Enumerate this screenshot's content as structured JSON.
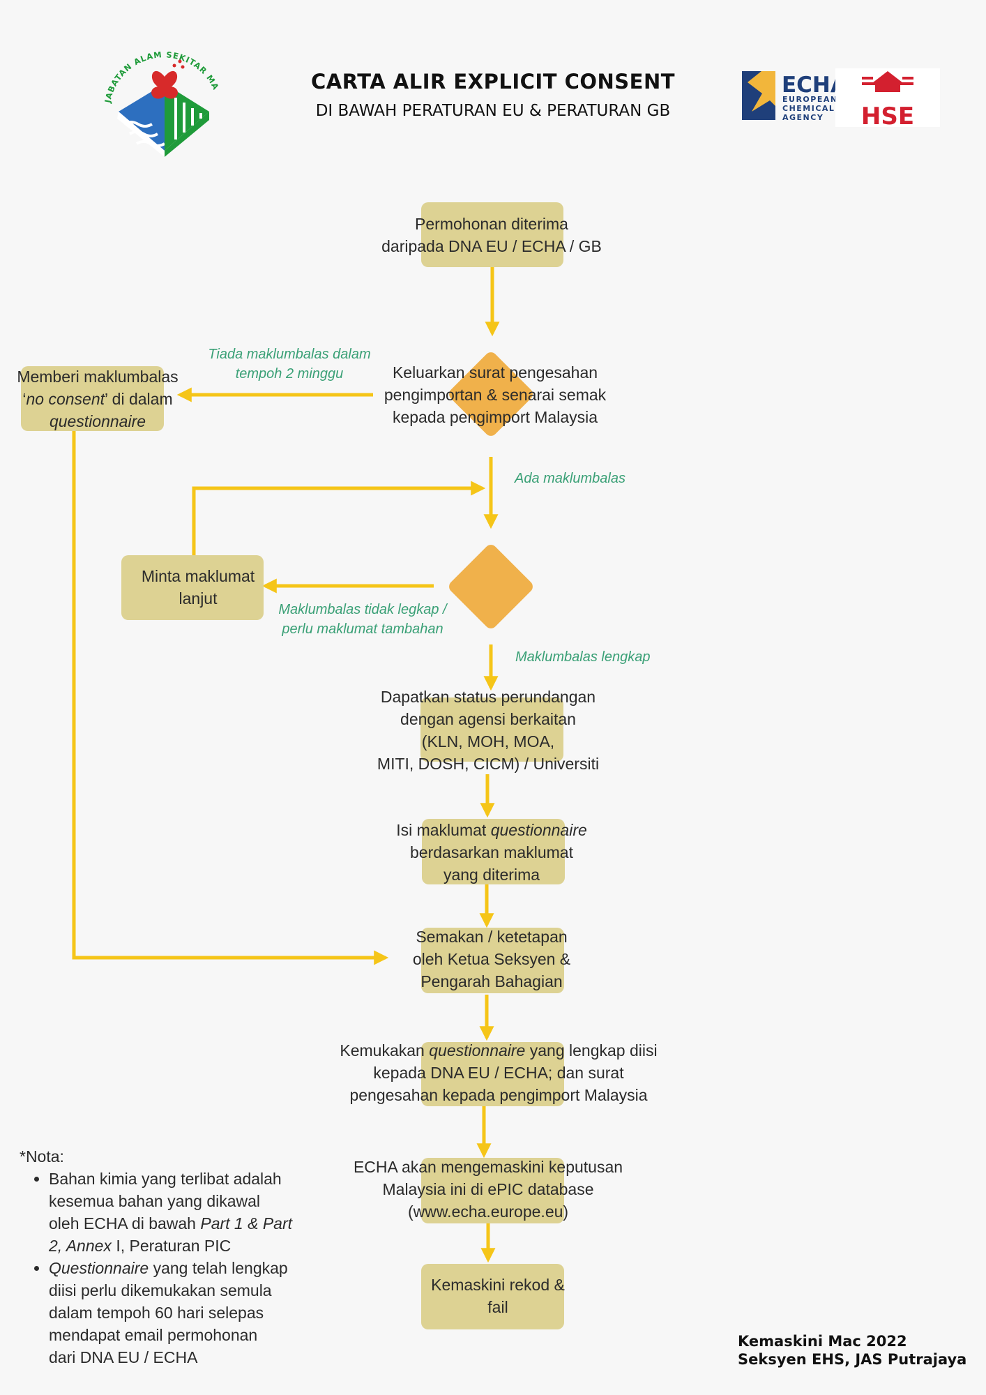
{
  "header": {
    "title": "CARTA ALIR EXPLICIT CONSENT",
    "subtitle": "DI BAWAH PERATURAN EU & PERATURAN GB"
  },
  "logos": {
    "jas_ring_text": "JABATAN ALAM SEKITAR MALAYSIA",
    "echa_short": "ECHA",
    "echa_line1": "EUROPEAN",
    "echa_line2": "CHEMICALS",
    "echa_line3": "AGENCY",
    "hse": "HSE"
  },
  "nodes": {
    "request": {
      "l1": "Permohonan diterima",
      "l2": "daripada DNA EU / ECHA / GB"
    },
    "issue": {
      "l1": "Keluarkan surat pengesahan",
      "l2": "pengimportan & senarai semak",
      "l3": "kepada pengimport Malaysia"
    },
    "no_consent": {
      "l1": "Memberi maklumbalas",
      "l2a": "‘",
      "l2b": "no consent",
      "l2c": "’ di dalam",
      "l3": "questionnaire"
    },
    "more_info": {
      "l1": "Minta maklumat",
      "l2": "lanjut"
    },
    "status": {
      "l1": "Dapatkan status perundangan",
      "l2": "dengan agensi berkaitan",
      "l3": "(KLN, MOH, MOA,",
      "l4": "MITI, DOSH, CICM) / Universiti"
    },
    "fill": {
      "l1a": "Isi maklumat ",
      "l1b": "questionnaire",
      "l2": "berdasarkan maklumat",
      "l3": "yang diterima"
    },
    "review": {
      "l1": "Semakan / ketetapan",
      "l2": "oleh Ketua Seksyen &",
      "l3": "Pengarah Bahagian"
    },
    "submit": {
      "l1a": "Kemukakan ",
      "l1b": "questionnaire",
      "l1c": " yang lengkap diisi",
      "l2": "kepada DNA EU / ECHA; dan surat",
      "l3": "pengesahan kepada pengimport Malaysia"
    },
    "echa_update": {
      "l1": "ECHA akan mengemaskini keputusan",
      "l2": "Malaysia ini di ePIC database",
      "l3": "(www.echa.europe.eu)"
    },
    "record": {
      "l1": "Kemaskini rekod &",
      "l2": "fail"
    }
  },
  "edges": {
    "no_response": {
      "l1": "Tiada maklumbalas dalam",
      "l2": "tempoh 2 minggu"
    },
    "has_response": "Ada maklumbalas",
    "incomplete": {
      "l1": "Maklumbalas tidak legkap /",
      "l2": "perlu maklumat tambahan"
    },
    "complete": "Maklumbalas lengkap"
  },
  "note": {
    "heading": "*Nota:",
    "item1": {
      "t1": "Bahan kimia yang terlibat adalah",
      "t2": "kesemua bahan yang dikawal",
      "t3": "oleh ECHA di bawah ",
      "t4": "Part 1 & Part",
      "t5": "2, Annex",
      "t6": " I, Peraturan PIC"
    },
    "item2": {
      "t1": "Questionnaire",
      "t2": " yang telah lengkap",
      "t3": "diisi perlu dikemukakan semula",
      "t4": "dalam tempoh 60 hari selepas",
      "t5": "mendapat email permohonan",
      "t6": "dari DNA EU / ECHA"
    }
  },
  "footer": {
    "line1": "Kemaskini Mac 2022",
    "line2": "Seksyen EHS, JAS Putrajaya"
  },
  "colors": {
    "box": "#ddd293",
    "diamond": "#f0b14b",
    "arrow": "#f5c518",
    "label": "#3aa076"
  }
}
